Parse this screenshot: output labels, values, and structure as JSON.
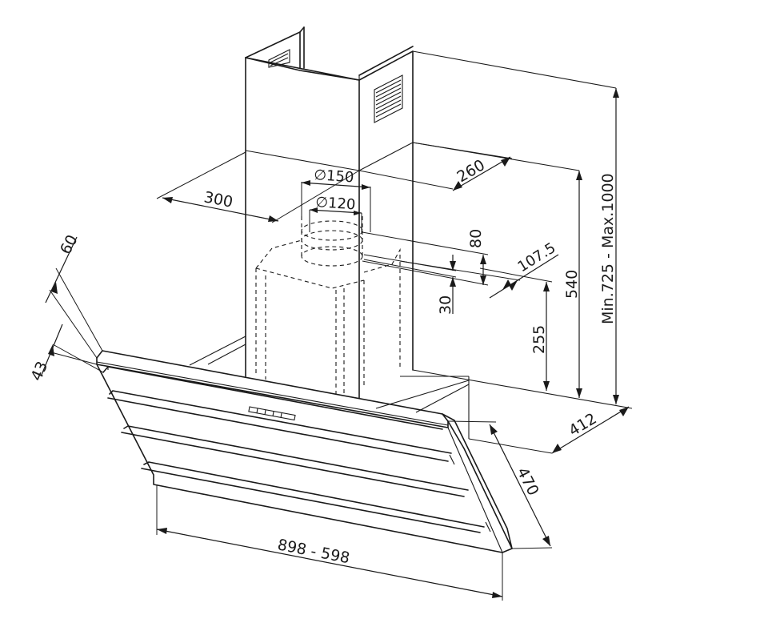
{
  "dimensions": {
    "total_height_range": "Min.725  -  Max.1000",
    "chimney_height": "540",
    "hood_to_duct_height": "255",
    "wall_depth": "412",
    "canopy_depth": "470",
    "width": "898  -  598",
    "chimney_width": "300",
    "chimney_depth": "260",
    "duct_diameter_outer": "∅150",
    "duct_diameter_inner": "∅120",
    "duct_collar_height": "80",
    "duct_offset_lower": "30",
    "duct_offset_depth": "107.5",
    "canopy_top_thickness": "60",
    "canopy_strip_thickness": "43"
  },
  "colors": {
    "line": "#1a1a1a",
    "background": "#ffffff"
  }
}
